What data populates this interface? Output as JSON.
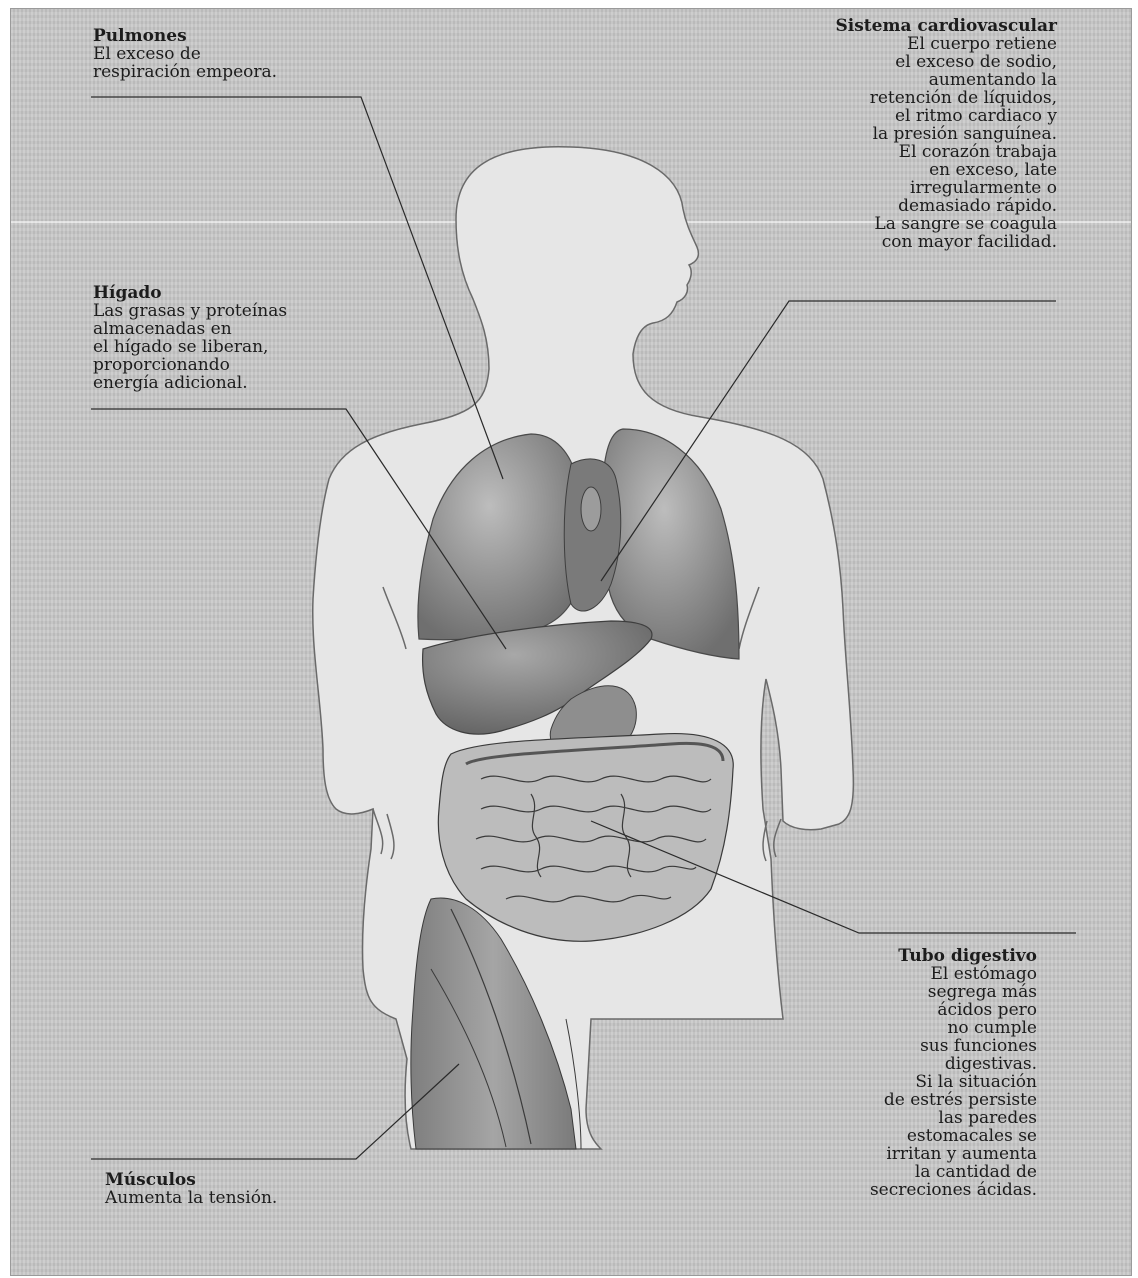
{
  "labels": {
    "pulmones": {
      "title": "Pulmones",
      "body": "El exceso de\nrespiración empeora."
    },
    "cardio": {
      "title": "Sistema cardiovascular",
      "body": "El cuerpo retiene\nel exceso de sodio,\naumentando la\nretención de líquidos,\nel ritmo cardiaco y\nla presión sanguínea.\nEl corazón trabaja\nen exceso, late\nirregularmente o\ndemasiado rápido.\nLa sangre se coagula\ncon mayor facilidad."
    },
    "higado": {
      "title": "Hígado",
      "body": "Las grasas y proteínas\nalmacenadas en\nel hígado se liberan,\nproporcionando\nenergía adicional."
    },
    "digestivo": {
      "title": "Tubo digestivo",
      "body": "El estómago\nsegrega más\nácidos pero\nno cumple\nsus funciones\ndigestivas.\nSi la situación\nde estrés persiste\nlas paredes\nestomacales se\nirritan y aumenta\nla cantidad de\nsecreciones ácidas."
    },
    "musculos": {
      "title": "Músculos",
      "body": "Aumenta la tensión."
    }
  },
  "colors": {
    "background": "#c8c8c8",
    "body_silhouette": "#e8e8e8",
    "organs": "#8a8a8a",
    "leader_lines": "#2a2a2a"
  }
}
